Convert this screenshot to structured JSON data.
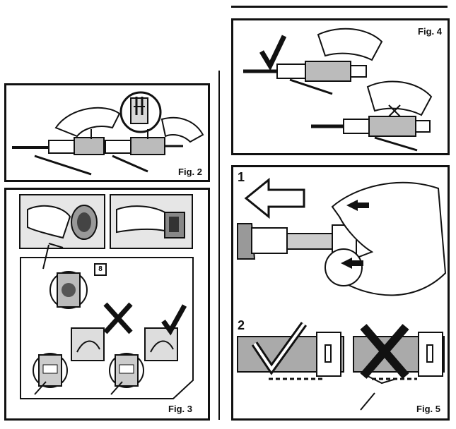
{
  "figures": {
    "fig2": {
      "label": "Fig. 2"
    },
    "fig3": {
      "label": "Fig. 3",
      "inset_marker": "8"
    },
    "fig4": {
      "label": "Fig. 4"
    },
    "fig5": {
      "label": "Fig. 5",
      "step1": "1",
      "step2": "2"
    }
  },
  "icons": {
    "check": "check-mark-icon",
    "cross": "cross-mark-icon",
    "arrow": "arrow-left-icon"
  }
}
